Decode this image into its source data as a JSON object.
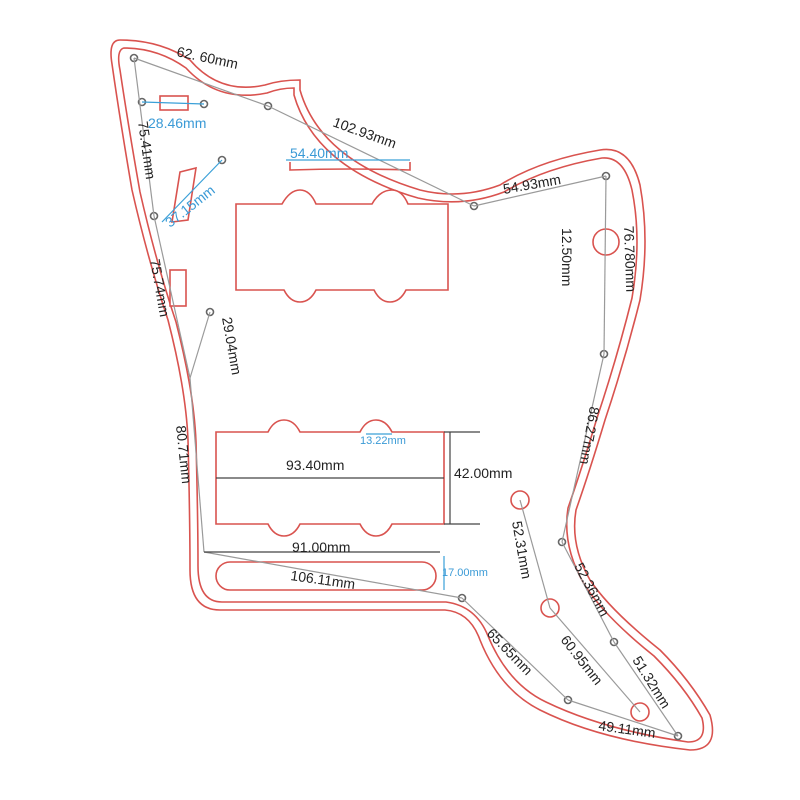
{
  "diagram": {
    "outline_color": "#d9534f",
    "dimension_color": "#9a9a9a",
    "blue_dimension_color": "#3a9ad6",
    "labels": {
      "top_left": "62. 60mm",
      "top_middle": "102.93mm",
      "top_right": "54.93mm",
      "left_upper": "75.41mm",
      "left_middle": "75.74mm",
      "left_lower": "80.71mm",
      "switch_slot": "29.04mm",
      "right_upper": "76.780mm",
      "jack_hole": "12.50mm",
      "right_middle": "86.27mm",
      "right_lower": "52.36mm",
      "right_bottom": "51.32mm",
      "bottom_right": "49.11mm",
      "bottom_middle": "65.65mm",
      "control_slot": "106.11mm",
      "control_span": "91.00mm",
      "knob_span": "52.31mm",
      "knob_lower": "60.95mm",
      "pickup_width": "93.40mm",
      "pickup_height": "42.00mm",
      "small_width": "28.46mm",
      "slant_slot": "37.15mm",
      "neck_cutout": "54.40mm",
      "pickup_notch": "13.22mm",
      "slot_height": "17.00mm"
    }
  }
}
